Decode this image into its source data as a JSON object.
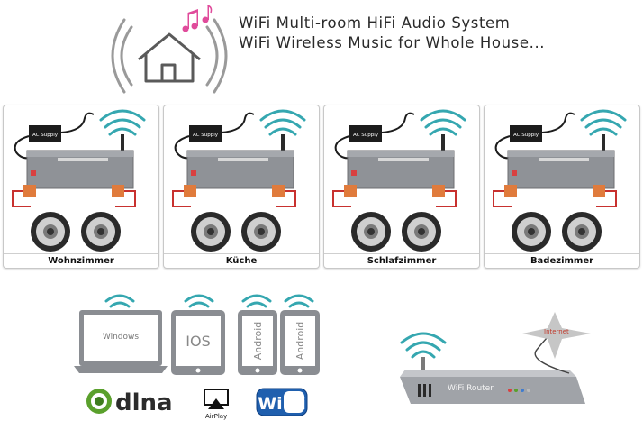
{
  "header": {
    "title_line1": "WiFi Multi-room HiFi Audio System",
    "title_line2": "WiFi  Wireless  Music  for  Whole House..."
  },
  "rooms": [
    {
      "label": "Wohnzimmer"
    },
    {
      "label": "Küche"
    },
    {
      "label": "Schlafzimmer"
    },
    {
      "label": "Badezimmer"
    }
  ],
  "power_supply_label": "AC Supply",
  "devices": {
    "laptop_label": "Windows",
    "tablet_label": "IOS",
    "phone1_label": "Android",
    "phone2_label": "Android"
  },
  "logos": {
    "dlna": "dlna",
    "airplay": "AirPlay",
    "wifi": "Wi Fi"
  },
  "router": {
    "label": "WiFi Router",
    "internet_label": "Internet"
  },
  "colors": {
    "wifi_teal": "#35a7b0",
    "music_note_pink": "#e04b9b",
    "device_grey": "#8a8d92",
    "wifi_logo_blue": "#1f5fae",
    "dlna_green": "#5aa02c"
  }
}
